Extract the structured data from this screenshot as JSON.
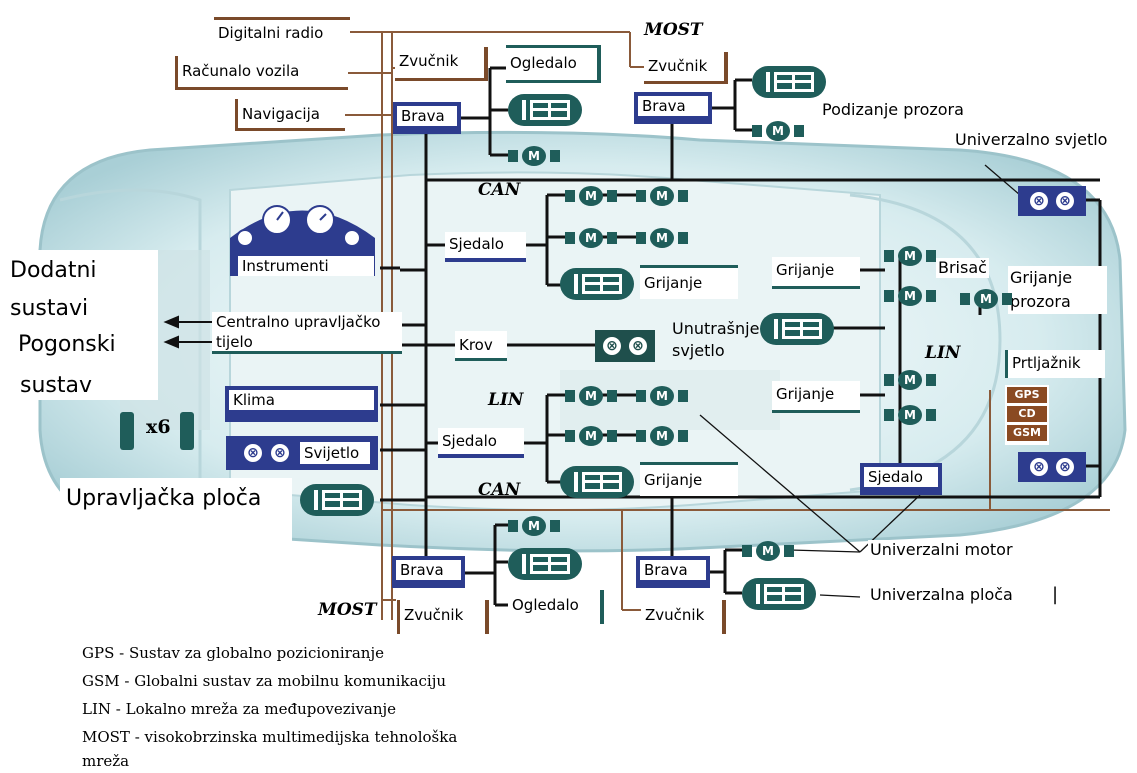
{
  "boxes": {
    "digital_radio": "Digitalni radio",
    "vehicle_computer": "Računalo vozila",
    "navigation": "Navigacija",
    "speaker": "Zvučnik",
    "mirror": "Ogledalo",
    "lock": "Brava",
    "instruments": "Instrumenti",
    "seat": "Sjedalo",
    "heating": "Grijanje",
    "central_body": "Centralno upravljačko tijelo",
    "roof": "Krov",
    "climate": "Klima",
    "lights": "Svijetlo",
    "trunk": "Prtljažnik"
  },
  "labels": {
    "window_lift": "Podizanje prozora",
    "universal_light": "Univerzalno svjetlo",
    "interior_light": "Unutrašnje svjetlo",
    "wiper": "Brisač",
    "window_heating": "Grijanje prozora",
    "universal_motor": "Univerzalni motor",
    "universal_panel": "Univerzalna ploča",
    "cursor_mark": "|",
    "additional_1": "Dodatni",
    "additional_2": "sustavi",
    "powertrain_1": "Pogonski",
    "powertrain_2": "sustav",
    "control_panel": "Upravljačka ploča",
    "x6": "x6"
  },
  "modules": {
    "gps": "GPS",
    "cd": "CD",
    "gsm": "GSM"
  },
  "buses": {
    "most": "MOST",
    "can": "CAN",
    "lin": "LIN"
  },
  "symbols": {
    "motor": "M"
  },
  "legend": {
    "gps": "GPS - Sustav za globalno pozicioniranje",
    "gsm": "GSM - Globalni sustav za mobilnu komunikaciju",
    "lin": "LIN - Lokalno mreža za međupovezivanje",
    "most_1": "MOST - visokobrzinska multimedijska tehnološka",
    "most_2": "mreža"
  },
  "colors": {
    "most_bus": "#7a4a2a",
    "can_bus": "#111111",
    "module_navy": "#2d3c8e",
    "module_teal": "#1f5d5a",
    "infotainment": "#8a4a22"
  }
}
